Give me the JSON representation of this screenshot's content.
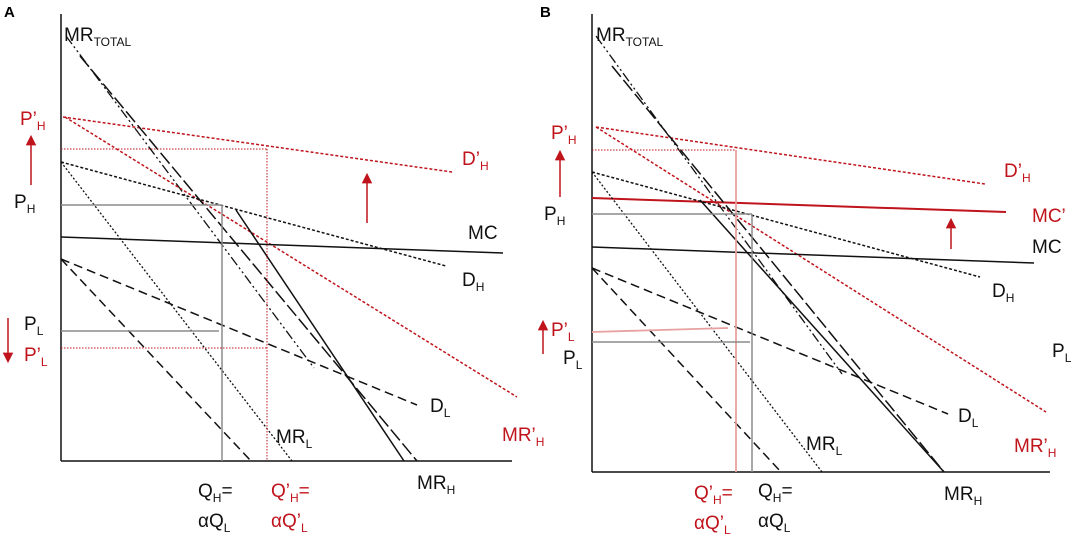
{
  "colors": {
    "black": "#111111",
    "red": "#c0141c",
    "grey": "#8c8c8c",
    "pink": "#e8a0a0"
  },
  "panels": [
    {
      "id": "A",
      "tag": "A",
      "labels": {
        "mr_total": {
          "main": "MR",
          "sub": "TOTAL"
        },
        "p_h_prime": {
          "main": "P’",
          "sub": "H"
        },
        "p_h": {
          "main": "P",
          "sub": "H"
        },
        "p_l": {
          "main": "P",
          "sub": "L"
        },
        "p_l_prime": {
          "main": "P’",
          "sub": "L"
        },
        "d_h_prime": {
          "main": "D’",
          "sub": "H"
        },
        "mc": {
          "main": "MC"
        },
        "d_h": {
          "main": "D",
          "sub": "H"
        },
        "d_l": {
          "main": "D",
          "sub": "L"
        },
        "mr_l": {
          "main": "MR",
          "sub": "L"
        },
        "mr_h_prime": {
          "main": "MR’",
          "sub": "H"
        },
        "mr_h": {
          "main": "MR",
          "sub": "H"
        },
        "q_h_line1": {
          "main": "Q",
          "sub": "H",
          "tail": "="
        },
        "q_h_line2": {
          "main": "αQ",
          "sub": "L"
        },
        "q_h_prime_line1": {
          "main": "Q’",
          "sub": "H",
          "tail": "="
        },
        "q_h_prime_line2": {
          "main": "αQ’",
          "sub": "L"
        }
      }
    },
    {
      "id": "B",
      "tag": "B",
      "labels": {
        "mr_total": {
          "main": "MR",
          "sub": "TOTAL"
        },
        "p_h_prime": {
          "main": "P’",
          "sub": "H"
        },
        "p_h": {
          "main": "P",
          "sub": "H"
        },
        "p_l_prime": {
          "main": "P’",
          "sub": "L"
        },
        "p_l": {
          "main": "P",
          "sub": "L"
        },
        "p_l_right": {
          "main": "P",
          "sub": "L"
        },
        "d_h_prime": {
          "main": "D’",
          "sub": "H"
        },
        "mc_prime": {
          "main": "MC’"
        },
        "mc": {
          "main": "MC"
        },
        "d_h": {
          "main": "D",
          "sub": "H"
        },
        "d_l": {
          "main": "D",
          "sub": "L"
        },
        "mr_l": {
          "main": "MR",
          "sub": "L"
        },
        "mr_h_prime": {
          "main": "MR’",
          "sub": "H"
        },
        "mr_h": {
          "main": "MR",
          "sub": "H"
        },
        "q_h_prime_line1": {
          "main": "Q’",
          "sub": "H",
          "tail": "="
        },
        "q_h_prime_line2": {
          "main": "αQ’",
          "sub": "L"
        },
        "q_h_line1": {
          "main": "Q",
          "sub": "H",
          "tail": "="
        },
        "q_h_line2": {
          "main": "αQ",
          "sub": "L"
        }
      }
    }
  ]
}
